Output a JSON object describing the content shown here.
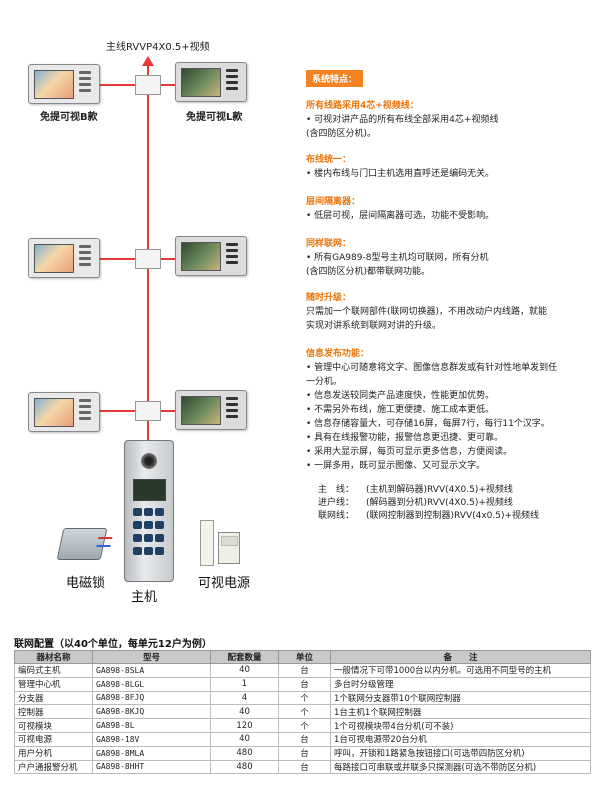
{
  "diagram": {
    "trunk_label": "主线RVVP4X0.5+视频",
    "monitor_b_caption": "免提可视B款",
    "monitor_l_caption": "免提可视L款",
    "lock_label": "电磁锁",
    "psu_label": "可视电源",
    "main_unit_label": "主机"
  },
  "features": {
    "title": "系统特点：",
    "sections": [
      {
        "heading": "所有线路采用4芯+视频线：",
        "lines": [
          "• 可视对讲产品的所有布线全部采用4芯+视频线",
          "  (含四防区分机)。"
        ]
      },
      {
        "heading": "布线统一：",
        "lines": [
          "• 楼内布线与门口主机选用直呼还是编码无关。"
        ]
      },
      {
        "heading": "层间隔离器：",
        "lines": [
          "• 低层可视，层间隔离器可选，功能不受影响。"
        ]
      },
      {
        "heading": "同样联网：",
        "lines": [
          "• 所有GA989-8型号主机均可联网，所有分机",
          "  (含四防区分机)都带联网功能。"
        ]
      },
      {
        "heading": "随时升级：",
        "lines": [
          "只需加一个联网部件(联网切换器)，不用改动户内线路，就能",
          "实现对讲系统到联网对讲的升级。"
        ]
      },
      {
        "heading": "信息发布功能：",
        "lines": [
          "• 管理中心可随意将文字、图像信息群发或有针对性地单发到任",
          "  一分机。",
          "• 信息发送较同类产品速度快，性能更加优势。",
          "• 不需另外布线，施工更便捷、施工成本更低。",
          "• 信息存储容量大，可存储16屏，每屏7行，每行11个汉字。",
          "• 具有在线报警功能，报警信息更迅捷、更可靠。",
          "• 采用大显示屏，每页可显示更多信息，方便阅读。",
          "• 一屏多用，既可显示图像、又可显示文字。"
        ]
      }
    ],
    "specs": [
      {
        "key": "主　线：",
        "value": "(主机到解码器)RVV(4X0.5)+视频线"
      },
      {
        "key": "进户线：",
        "value": "(解码器到分机)RVV(4X0.5)+视频线"
      },
      {
        "key": "联网线：",
        "value": "(联网控制器到控制器)RVV(4x0.5)+视频线"
      }
    ]
  },
  "table": {
    "title": "联网配置（以40个单位，每单元12户为例）",
    "headers": [
      "器材名称",
      "型号",
      "配套数量",
      "单位",
      "备　　注"
    ],
    "rows": [
      [
        "编码式主机",
        "GA898-8SLA",
        "40",
        "台",
        "一般情况下可带1000台以内分机。可选用不同型号的主机"
      ],
      [
        "管理中心机",
        "GA898-8LGL",
        "1",
        "台",
        "多台时分级管理"
      ],
      [
        "分支器",
        "GA898-8FJQ",
        "4",
        "个",
        "1个联网分支器带10个联网控制器"
      ],
      [
        "控制器",
        "GA898-8KJQ",
        "40",
        "个",
        "1台主机1个联网控制器"
      ],
      [
        "可视模块",
        "GA898-8L",
        "120",
        "个",
        "1个可视模块带4台分机(可不装)"
      ],
      [
        "可视电源",
        "GA898-18V",
        "40",
        "台",
        "1台可视电源带20台分机"
      ],
      [
        "用户分机",
        "GA898-8MLA",
        "480",
        "台",
        "呼叫，开锁和1路紧急按钮接口(可选带四防区分机)"
      ],
      [
        "户户通报警分机",
        "GA898-8HHT",
        "480",
        "台",
        "每路接口可串联或并联多只探测器(可选不带防区分机)"
      ]
    ]
  },
  "colors": {
    "accent": "#f58220",
    "heading": "#e8740c",
    "wire": "#e53935",
    "table_header": "#c9c9c9"
  }
}
